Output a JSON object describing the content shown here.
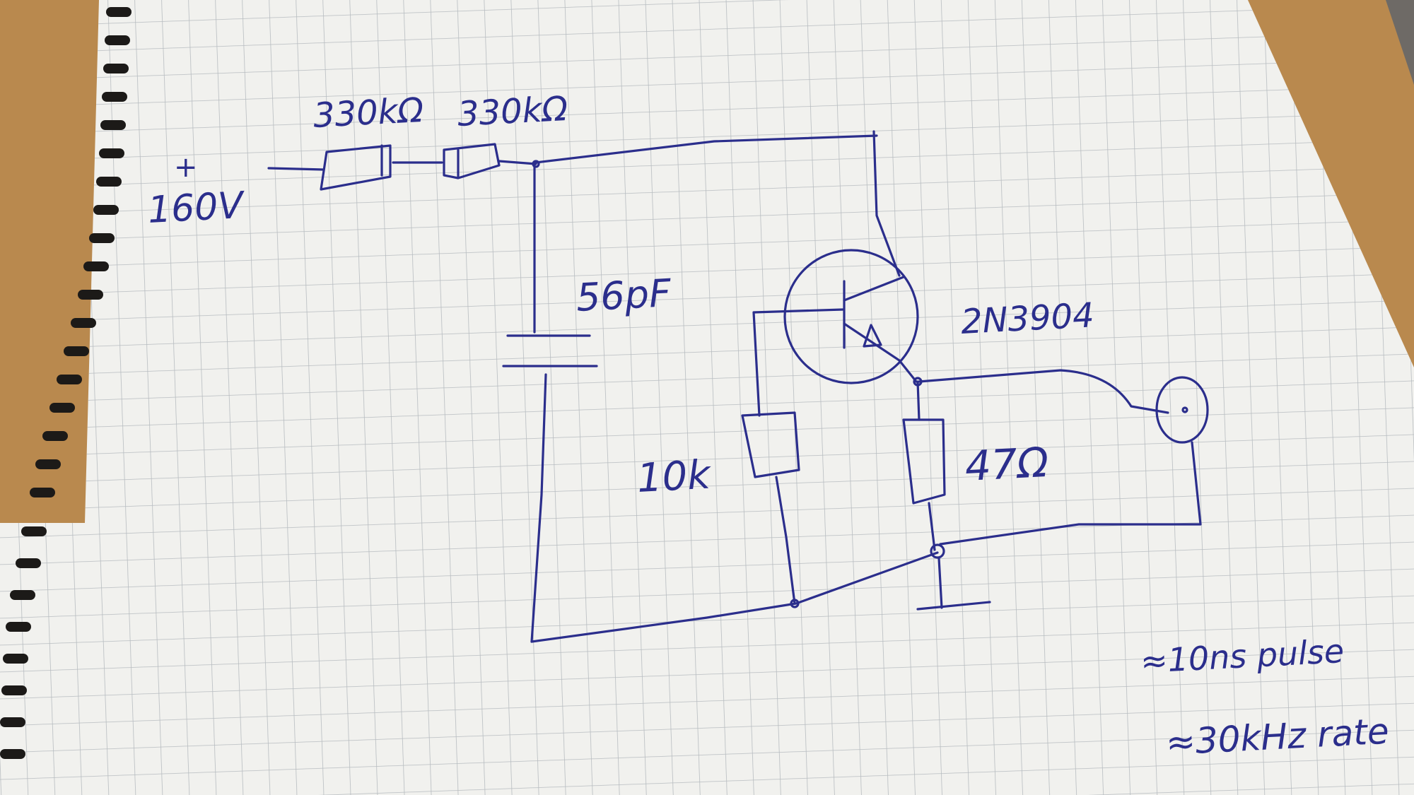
{
  "source": {
    "plus": "+",
    "voltage": "160V"
  },
  "components": {
    "r1": "330kΩ",
    "r2": "330kΩ",
    "capacitor": "56pF",
    "transistor": "2N3904",
    "base_resistor": "10k",
    "emitter_resistor": "47Ω"
  },
  "notes": {
    "pulse": "≈10ns pulse",
    "rate": "≈30kHz rate"
  },
  "colors": {
    "ink": "#2b2e8c",
    "paper": "#f1f1ee",
    "grid": "#b7bcc0",
    "desk": "#b9894e"
  }
}
